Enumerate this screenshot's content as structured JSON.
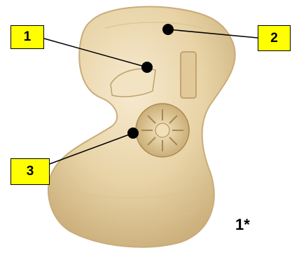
{
  "callouts": [
    {
      "id": "1",
      "label": "1"
    },
    {
      "id": "2",
      "label": "2"
    },
    {
      "id": "3",
      "label": "3"
    }
  ],
  "figure_mark": "1*",
  "colors": {
    "callout_fill": "#ffff00",
    "callout_border": "#000000",
    "device_shell": "#e8d3a6",
    "device_shadow": "#c9ad79",
    "leader_line": "#000000"
  },
  "icons": {
    "device": "hearing-aid-shell-icon",
    "vent": "vent-opening-icon",
    "microphone": "microphone-port-icon",
    "battery_door": "battery-door-icon"
  }
}
